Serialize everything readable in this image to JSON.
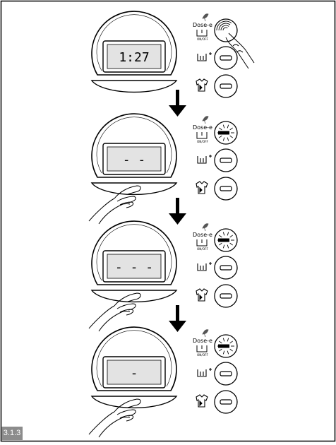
{
  "figure_label": "3.1.3",
  "panel_labels": {
    "dose_brand": "Dose-e",
    "on_off": "ON/OFF"
  },
  "steps": [
    {
      "display": "1:27",
      "dose_state": "pressed",
      "hand": "button"
    },
    {
      "display": "- -",
      "dose_state": "blinking",
      "hand": "dial"
    },
    {
      "display": "- - -",
      "dose_state": "blinking",
      "hand": "dial"
    },
    {
      "display": "-",
      "dose_state": "blinking",
      "hand": "dial"
    }
  ],
  "icons": {
    "leaf": "leaf-icon",
    "detergent": "detergent-drop-icon",
    "extra_rinse": "extra-rinse-icon",
    "shirt": "shirt-icon",
    "arrow": "down-arrow-icon",
    "hand": "hand-icon"
  }
}
